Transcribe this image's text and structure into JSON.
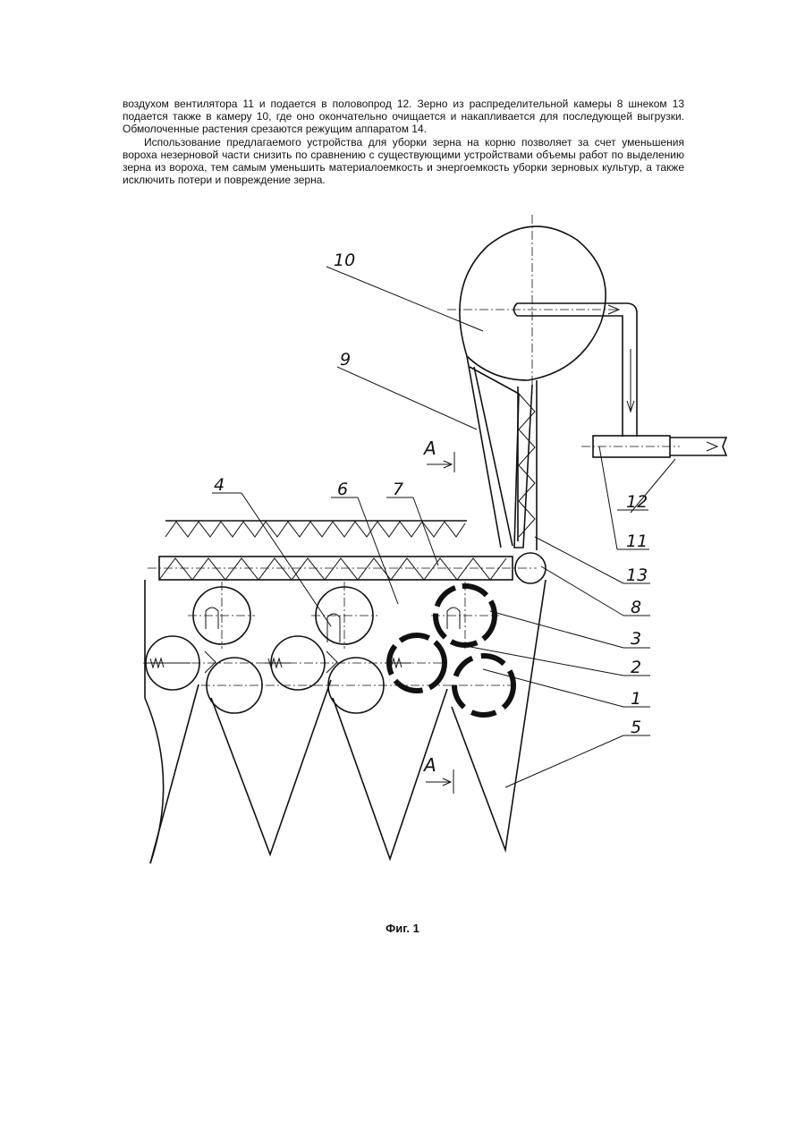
{
  "paragraphs": [
    "воздухом вентилятора 11 и подается в половопрод 12. Зерно из распределительной камеры 8 шнеком 13 подается также в камеру 10, где оно окончательно очищается и накапливается для последующей выгрузки. Обмолоченные растения срезаются режущим аппаратом 14.",
    "Использование предлагаемого устройства для уборки зерна на корню позволяет за счет уменьшения вороха незерновой части снизить по сравнению с существующими устройствами объемы работ по выделению зерна из вороха, тем самым уменьшить материалоемкость и энергоемкость уборки зерновых культур, а также исключить потери и повреждение зерна."
  ],
  "figure": {
    "caption": "Фиг. 1",
    "labels": {
      "l10": "10",
      "l9": "9",
      "l4": "4",
      "l6": "6",
      "l7": "7",
      "l12": "12",
      "l11": "11",
      "l13": "13",
      "l8": "8",
      "l3": "3",
      "l2": "2",
      "l1": "1",
      "l5": "5",
      "sectionTop": "A",
      "sectionBottom": "A"
    }
  }
}
